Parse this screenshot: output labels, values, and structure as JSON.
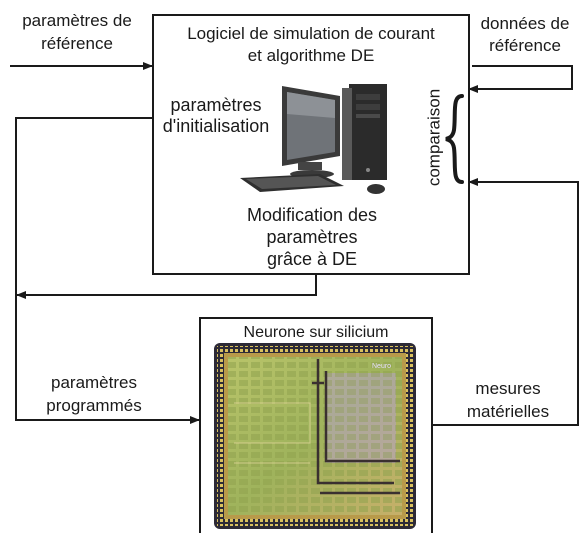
{
  "left_inputs": {
    "reference_params": [
      "paramètres de",
      "référence"
    ],
    "programmed_params": [
      "paramètres",
      "programmés"
    ]
  },
  "right_inputs": {
    "reference_data": [
      "données de",
      "référence"
    ],
    "hardware_measures": [
      "mesures",
      "matérielles"
    ]
  },
  "software_box": {
    "title": [
      "Logiciel de simulation de courant",
      "et algorithme DE"
    ],
    "init_params": [
      "paramètres",
      "d'initialisation"
    ],
    "comparison": "comparaison",
    "modification": [
      "Modification des",
      "paramètres",
      "grâce à DE"
    ],
    "computer_icon": "desktop-computer-icon"
  },
  "chip_box": {
    "title": "Neurone sur silicium",
    "chip_logo_text": "Neuro",
    "chip_icon": "silicon-chip-icon"
  }
}
